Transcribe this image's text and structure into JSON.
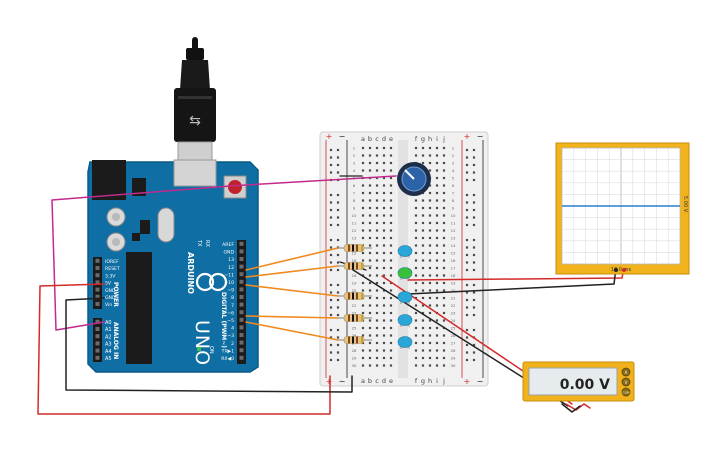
{
  "arduino": {
    "brand": "ARDUINO",
    "model": "UNO",
    "header_digital": [
      "AREF",
      "GND",
      "13",
      "12",
      "~11",
      "~10",
      "~9",
      "8",
      "7",
      "~6",
      "~5",
      "4",
      "~3",
      "2",
      "TX▶1",
      "RX◀0"
    ],
    "header_power": [
      "IOREF",
      "RESET",
      "3.3V",
      "5V",
      "GND",
      "GND",
      "Vin"
    ],
    "header_analog": [
      "A0",
      "A1",
      "A2",
      "A3",
      "A4",
      "A5"
    ],
    "label_power": "POWER",
    "label_analog": "ANALOG IN",
    "label_digital": "DIGITAL (PWM~)",
    "label_tx": "TX",
    "label_rx": "RX",
    "label_on": "ON",
    "label_l": "L"
  },
  "breadboard": {
    "col_letters_left": [
      "a",
      "b",
      "c",
      "d",
      "e"
    ],
    "col_letters_right": [
      "f",
      "g",
      "h",
      "i",
      "j"
    ],
    "row_numbers": [
      "1",
      "2",
      "3",
      "4",
      "5",
      "6",
      "7",
      "8",
      "9",
      "10",
      "11",
      "12",
      "13",
      "14",
      "15",
      "16",
      "17",
      "18",
      "19",
      "20",
      "21",
      "22",
      "23",
      "24",
      "25",
      "26",
      "27",
      "28",
      "29",
      "30"
    ],
    "rail_plus": "+",
    "rail_minus": "−"
  },
  "oscilloscope": {
    "x_label": "10.0 ms",
    "y_label": "5.00 V"
  },
  "multimeter": {
    "reading": "0.00 V",
    "terminals": [
      "A",
      "V",
      "COM"
    ]
  },
  "colors": {
    "board": "#0f6ea3",
    "scope_frame": "#f1b21c",
    "wire_orange": "#f08a1c",
    "wire_red": "#d42a2a",
    "wire_black": "#222222",
    "wire_magenta": "#c22a8d",
    "led_blue": "#2aa7d8",
    "led_green": "#36c03c"
  }
}
